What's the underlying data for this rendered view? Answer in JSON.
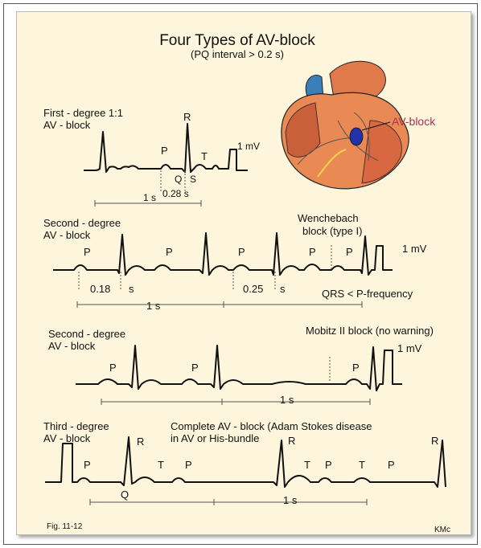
{
  "title": "Four Types of AV-block",
  "subtitle": "(PQ interval > 0.2 s)",
  "heart_label": "AV-block",
  "colors": {
    "background": "#fdf6dd",
    "trace": "#111111",
    "heart_label": "#b0304a"
  },
  "strip1": {
    "label_line1": "First - degree 1:1",
    "label_line2": "AV - block",
    "p": "P",
    "r": "R",
    "t": "T",
    "q": "Q",
    "s": "S",
    "interval": "0.28 s",
    "scale_1s": "1 s",
    "calibration": "1 mV"
  },
  "strip2": {
    "label_line1": "Second - degree",
    "label_line2": "AV - block",
    "note_line1": "Wenchebach",
    "note_line2": "block (type I)",
    "p": "P",
    "interval1": "0.18",
    "s_unit": "s",
    "interval2": "0.25",
    "scale_1s": "1 s",
    "calibration": "1 mV",
    "qrs_note": "QRS < P-frequency"
  },
  "strip3": {
    "label_line1": "Second - degree",
    "label_line2": "AV - block",
    "note": "Mobitz II block (no warning)",
    "p": "P",
    "scale_1s": "1 s",
    "calibration": "1 mV"
  },
  "strip4": {
    "label_line1": "Third - degree",
    "label_line2": "AV - block",
    "note_line1": "Complete  AV - block (Adam Stokes disease",
    "note_line2": "in AV or His-bundle",
    "p": "P",
    "r": "R",
    "t": "T",
    "q": "Q",
    "scale_1s": "1 s"
  },
  "fig": "Fig. 11-12",
  "author": "KMc"
}
